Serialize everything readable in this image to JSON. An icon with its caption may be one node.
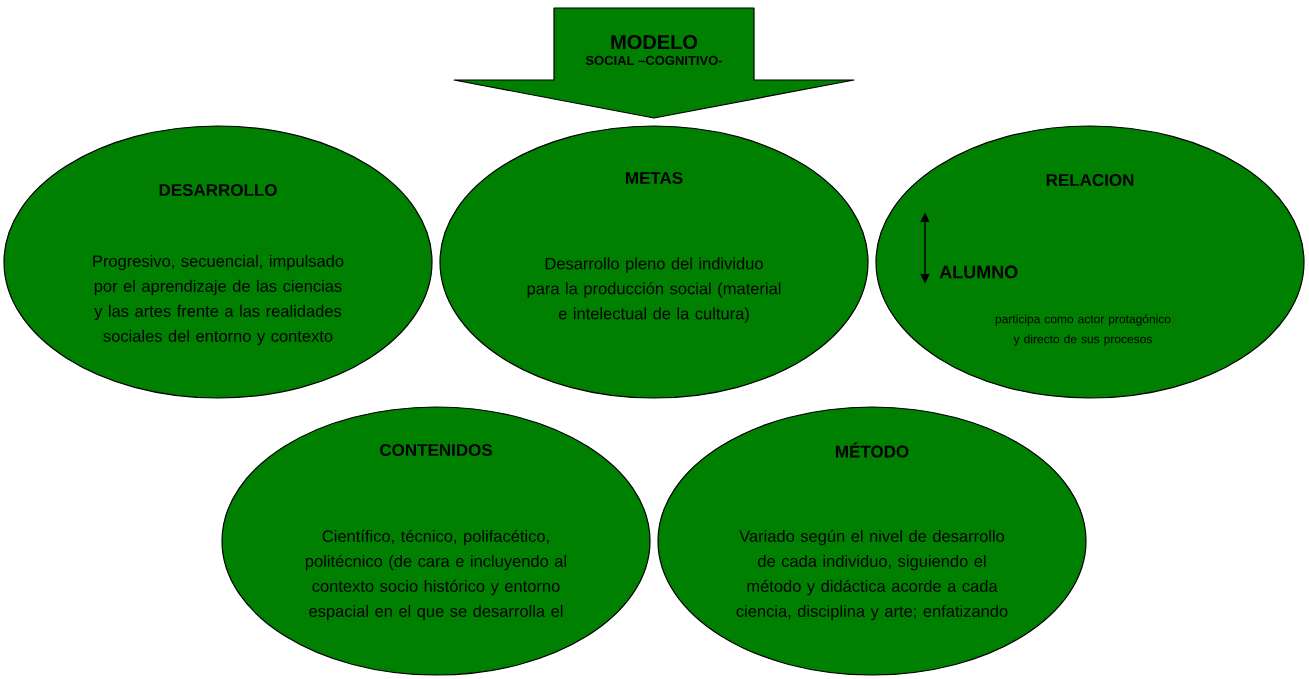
{
  "diagram": {
    "nodes": [
      {
        "text": [
          "MODELO",
          "SOCIAL –COGNITIVO-"
        ]
      },
      {
        "text": [
          "DESARROLLO",
          "Progresivo, secuencial, impulsado por el aprendizaje de las ciencias y las artes frente a las realidades sociales del entorno y contexto"
        ]
      },
      {
        "text": [
          "METAS",
          "Desarrollo pleno del individuo para la producción social (material e intelectual de la cultura)"
        ]
      },
      {
        "text": [
          "RELACION",
          "ALUMNO",
          "participa como actor protagónico y directo de sus procesos"
        ]
      },
      {
        "text": [
          "CONTENIDOS",
          "Científico, técnico, polifacético, politécnico (de cara e incluyendo al contexto socio histórico y entorno espacial en el que se desarrolla el"
        ]
      },
      {
        "text": [
          "MÉTODO",
          "Variado según el nivel de desarrollo de cada individuo, siguiendo el método y didáctica acorde a cada ciencia, disciplina y arte; enfatizando"
        ]
      }
    ]
  }
}
